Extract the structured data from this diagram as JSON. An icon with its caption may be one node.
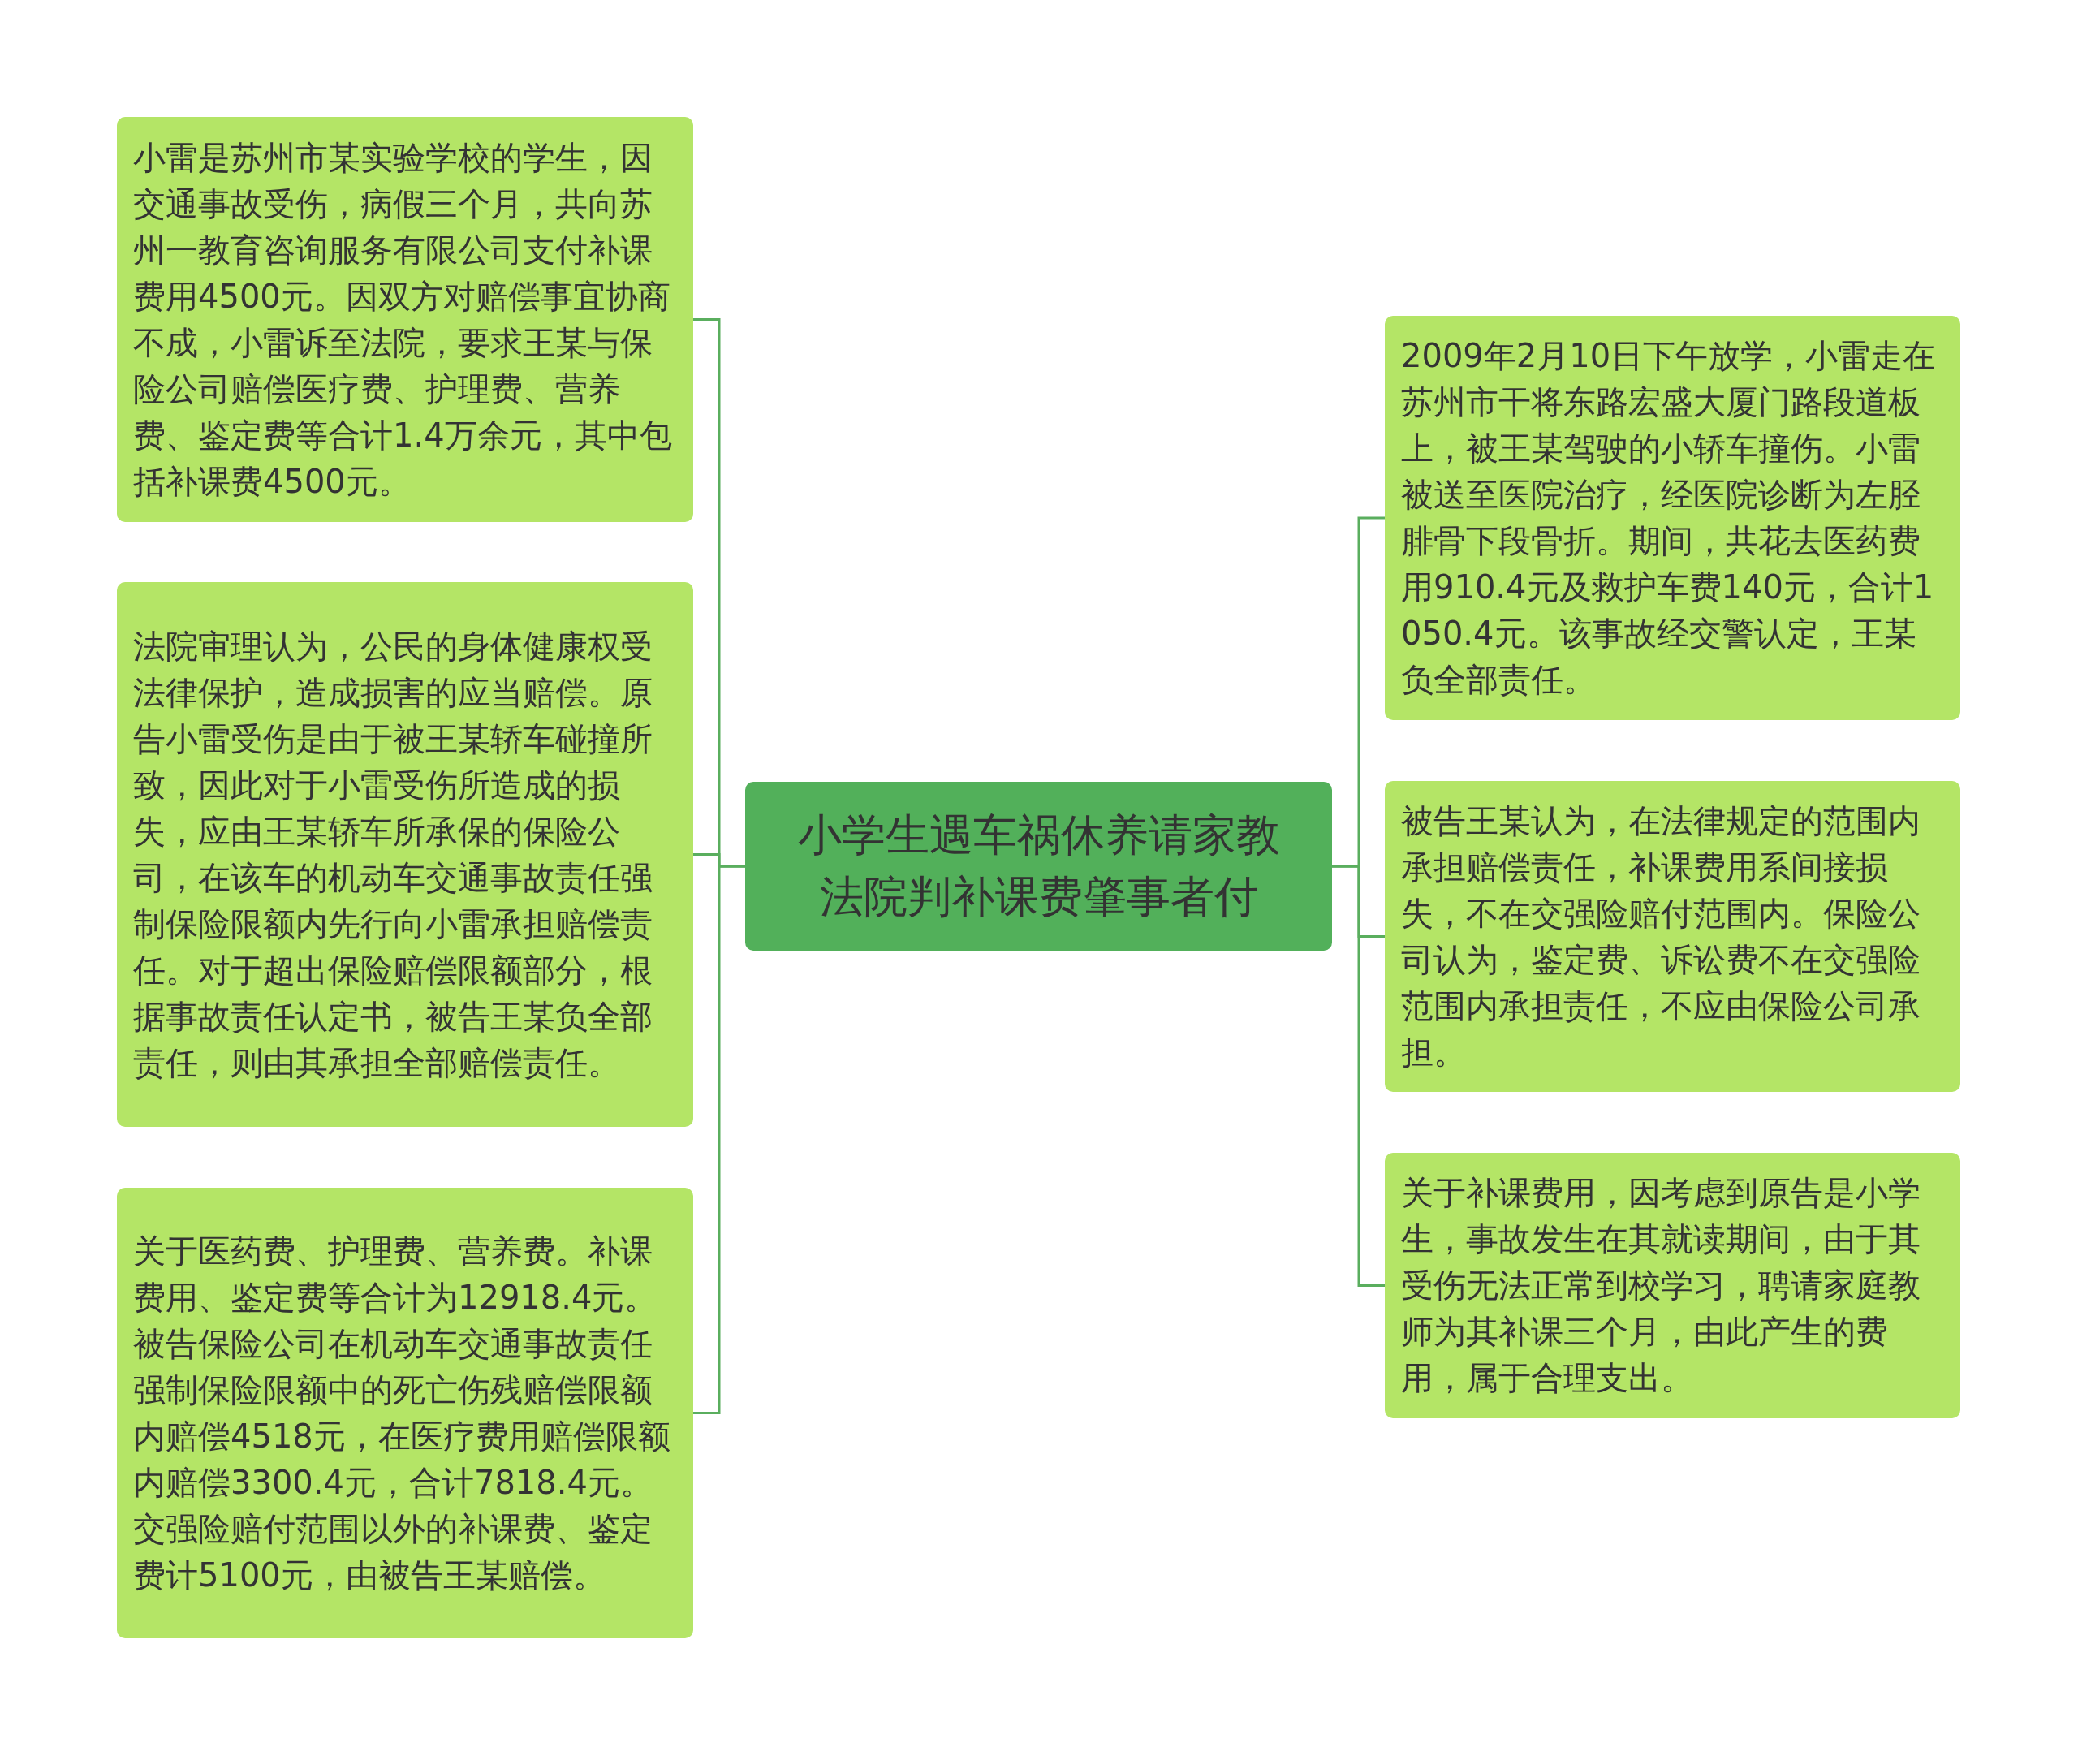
{
  "diagram": {
    "nodes": [
      {
        "text": [
          "小学生遇车祸休养请家教法院判补课费肇事者付"
        ]
      },
      {
        "text": [
          "小雷是苏州市某实验学校的学生，因交通事故受伤，病假三个月，共向苏州一教育咨询服务有限公司支付补课费用4500元。因双方对赔偿事宜协商不成，小雷诉至法院，要求王某与保险公司赔偿医疗费、护理费、营养费、鉴定费等合计1.4万余元，其中包括补课费4500元。"
        ]
      },
      {
        "text": [
          "法院审理认为，公民的身体健康权受法律保护，造成损害的应当赔偿。原告小雷受伤是由于被王某轿车碰撞所致，因此对于小雷受伤所造成的损失，应由王某轿车所承保的保险公司，在该车的机动车交通事故责任强制保险限额内先行向小雷承担赔偿责任。对于超出保险赔偿限额部分，根据事故责任认定书，被告王某负全部责任，则由其承担全部赔偿责任。"
        ]
      },
      {
        "text": [
          "关于医药费、护理费、营养费。补课费用、鉴定费等合计为12918.4元。被告保险公司在机动车交通事故责任强制保险限额中的死亡伤残赔偿限额内赔偿4518元，在医疗费用赔偿限额内赔偿3300.4元，合计7818.4元。交强险赔付范围以外的补课费、鉴定费计5100元，由被告王某赔偿。"
        ]
      },
      {
        "text": [
          "2009年2月10日下午放学，小雷走在苏州市干将东路宏盛大厦门路段道板上，被王某驾驶的小轿车撞伤。小雷被送至医院治疗，经医院诊断为左胫腓骨下段骨折。期间，共花去医药费用910.4元及救护车费140元，合计1050.4元。该事故经交警认定，王某负全部责任。"
        ]
      },
      {
        "text": [
          "被告王某认为，在法律规定的范围内承担赔偿责任，补课费用系间接损失，不在交强险赔付范围内。保险公司认为，鉴定费、诉讼费不在交强险范围内承担责任，不应由保险公司承担。"
        ]
      },
      {
        "text": [
          "关于补课费用，因考虑到原告是小学生，事故发生在其就读期间，由于其受伤无法正常到校学习，聘请家庭教师为其补课三个月，由此产生的费用，属于合理支出。"
        ]
      }
    ],
    "edges": [
      {
        "from": 0,
        "to": 1,
        "arrow": "none"
      },
      {
        "from": 0,
        "to": 2,
        "arrow": "none"
      },
      {
        "from": 0,
        "to": 3,
        "arrow": "none"
      },
      {
        "from": 0,
        "to": 4,
        "arrow": "none"
      },
      {
        "from": 0,
        "to": 5,
        "arrow": "none"
      },
      {
        "from": 0,
        "to": 6,
        "arrow": "none"
      }
    ]
  }
}
